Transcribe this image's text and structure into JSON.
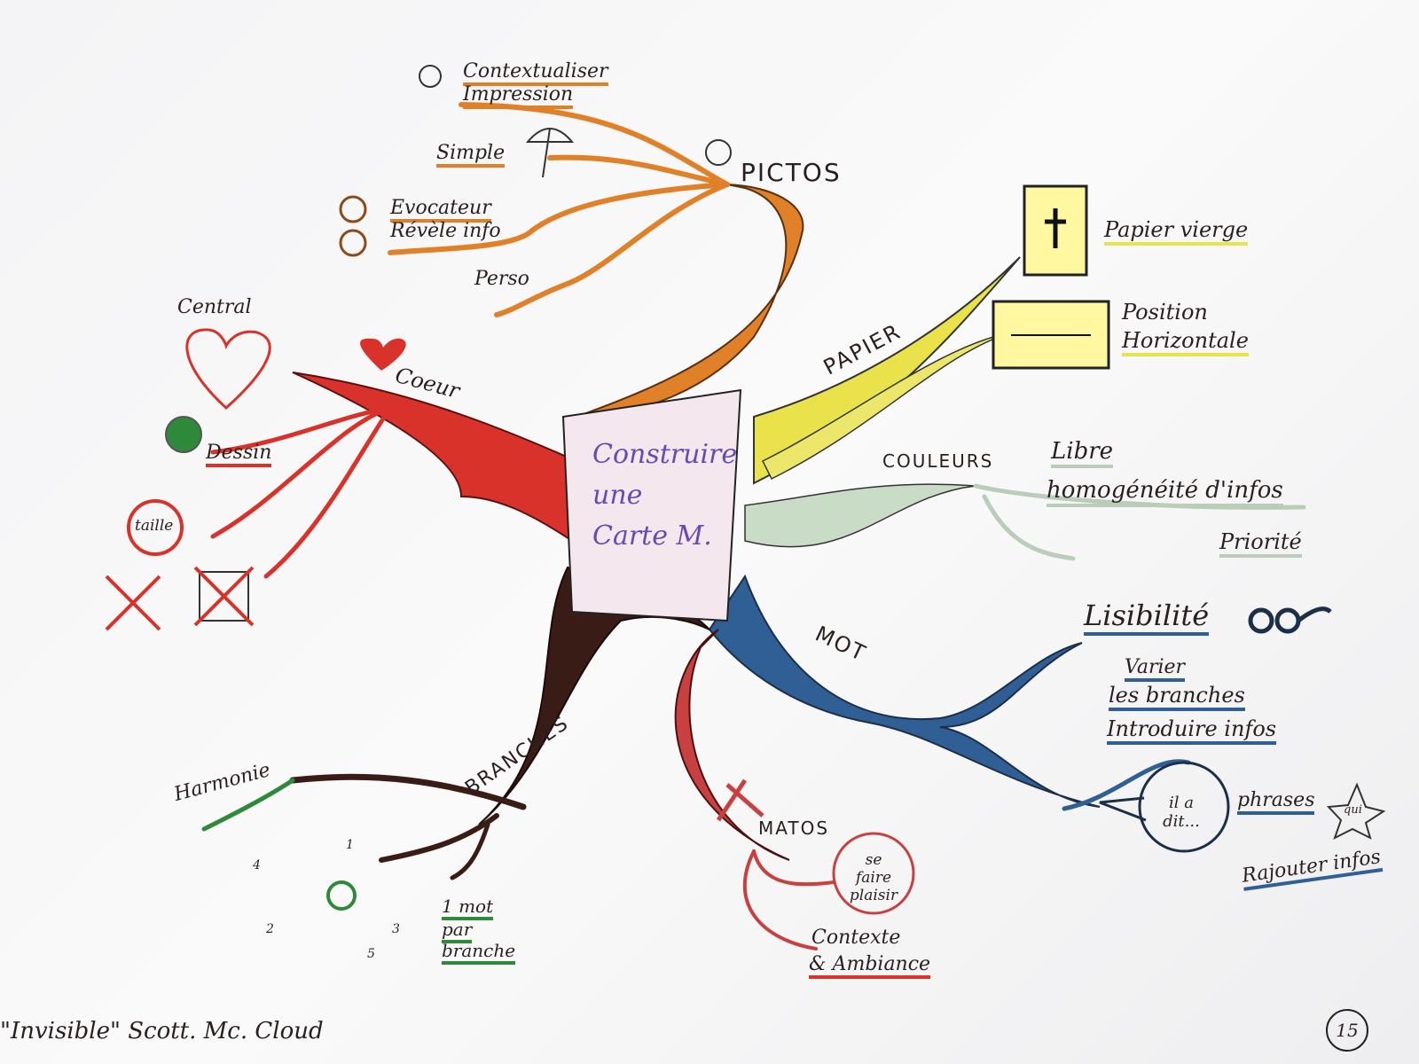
{
  "center": {
    "line1": "Construire",
    "line2": "une",
    "line3": "Carte M."
  },
  "pictos": {
    "title": "PICTOS",
    "items": [
      "Contextualiser",
      "Impression",
      "Simple",
      "Evocateur",
      "Révèle info",
      "Perso"
    ]
  },
  "papier": {
    "title": "PAPIER",
    "items": [
      "Papier vierge",
      "Position",
      "Horizontale"
    ]
  },
  "couleurs": {
    "title": "COULEURS",
    "items": [
      "Libre",
      "homogénéité d'infos",
      "Priorité",
      "Lisibilité"
    ]
  },
  "mot": {
    "title": "MOT",
    "items": [
      "Varier",
      "les branches",
      "Introduire infos",
      "phrases",
      "Rajouter infos"
    ],
    "bubble": "il a dit...",
    "star": "qui"
  },
  "matos": {
    "title": "MATOS",
    "bubble": "se faire plaisir",
    "items": [
      "Contexte",
      "& Ambiance"
    ]
  },
  "branches": {
    "title": "BRANCHES",
    "items": [
      "Harmonie",
      "1 mot",
      "par",
      "branche"
    ],
    "numbers": [
      "1",
      "2",
      "3",
      "4",
      "5"
    ]
  },
  "coeur": {
    "title": "Coeur",
    "items": [
      "Central",
      "Dessin",
      "taille"
    ]
  },
  "footer": {
    "credit": "\"Invisible\" Scott. Mc. Cloud",
    "page": "15"
  },
  "colors": {
    "pictos": "#e0812a",
    "papier": "#e9e24a",
    "couleurs": "#c9dcc6",
    "mot": "#2f5f95",
    "matos": "#c84040",
    "branches": "#3a1c17",
    "coeur": "#d8322b"
  }
}
